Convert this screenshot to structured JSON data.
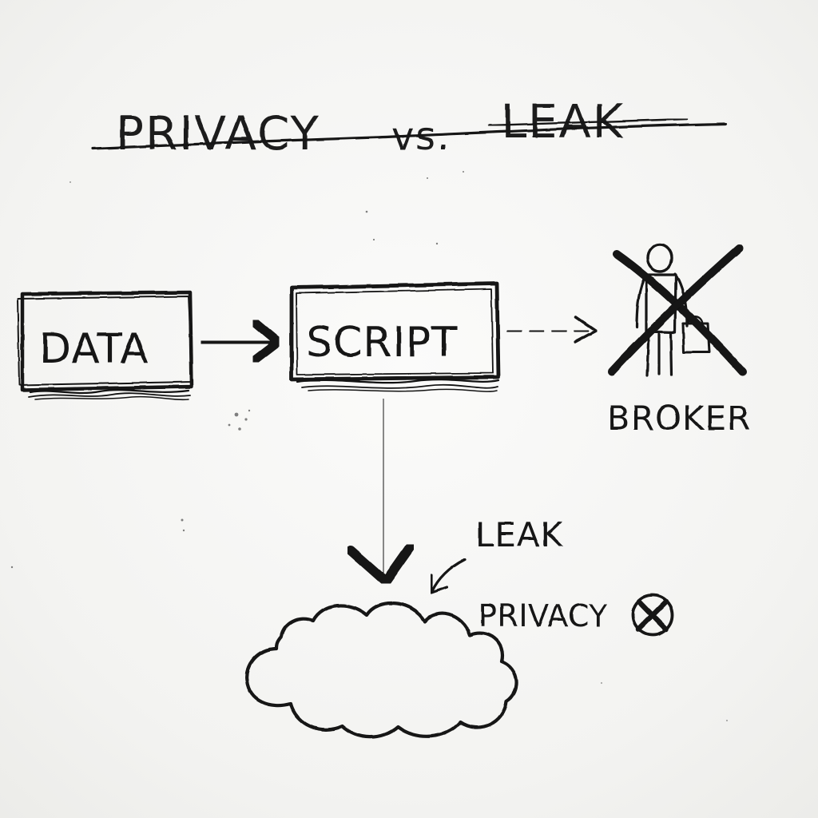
{
  "title": {
    "main": "PRIVACY",
    "vs": "vs.",
    "second": "LEAK"
  },
  "nodes": {
    "data": "DATA",
    "script": "SCRIPT",
    "broker": "BROKER"
  },
  "annotations": {
    "leak": "LEAK",
    "privacy": "PRIVACY"
  },
  "icons": {
    "person": "person-icon",
    "cloud": "cloud-icon",
    "cross": "cross-mark-icon",
    "circle_x": "circle-x-icon"
  }
}
